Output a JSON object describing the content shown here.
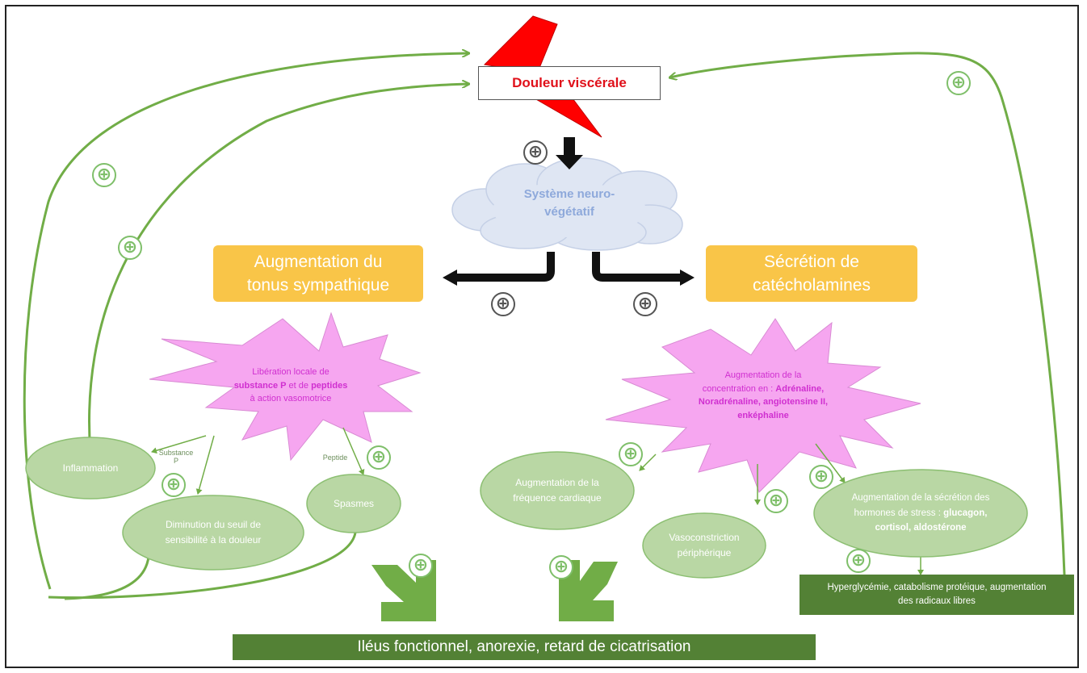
{
  "diagram": {
    "pain": "Douleur viscérale",
    "system": "Système neuro-végétatif",
    "sympathetic": "Augmentation du tonus sympathique",
    "catechol": "Sécrétion de catécholamines",
    "starLeft": {
      "t1": "Libération locale de",
      "t2a": "substance P",
      "t2b": " et de ",
      "t2c": "peptides",
      "t3": "à action vasomotrice"
    },
    "starRight": {
      "t1": "Augmentation de la",
      "t2a": "concentration en : ",
      "t2b": "Adrénaline,",
      "t3": "Noradrénaline, angiotensine II,",
      "t4": "enképhaline"
    },
    "inflammation": "Inflammation",
    "threshold": "Diminution du seuil de sensibilité à la douleur",
    "spasmes": "Spasmes",
    "heart": "Augmentation de la fréquence cardiaque",
    "vaso": "Vasoconstriction périphérique",
    "hormones": {
      "t1": "Augmentation de la sécrétion des hormones de stress : ",
      "t2": "glucagon, cortisol, aldostérone"
    },
    "hyper": "Hyperglycémie, catabolisme protéique, augmentation des radicaux libres",
    "bottom": "Iléus fonctionnel, anorexie, retard de cicatrisation",
    "substanceP": "Substance P",
    "peptide": "Peptide",
    "plus": "⊕"
  },
  "colors": {
    "green_arrow": "#71ad47",
    "pink_star": "#f6a6f0",
    "magenta_text": "#d02fd0",
    "orange_box": "#f9c548",
    "light_green": "#b9d7a4",
    "dark_green": "#538135",
    "cloud_text": "#8ea9db",
    "red_bolt": "#ff0000"
  }
}
